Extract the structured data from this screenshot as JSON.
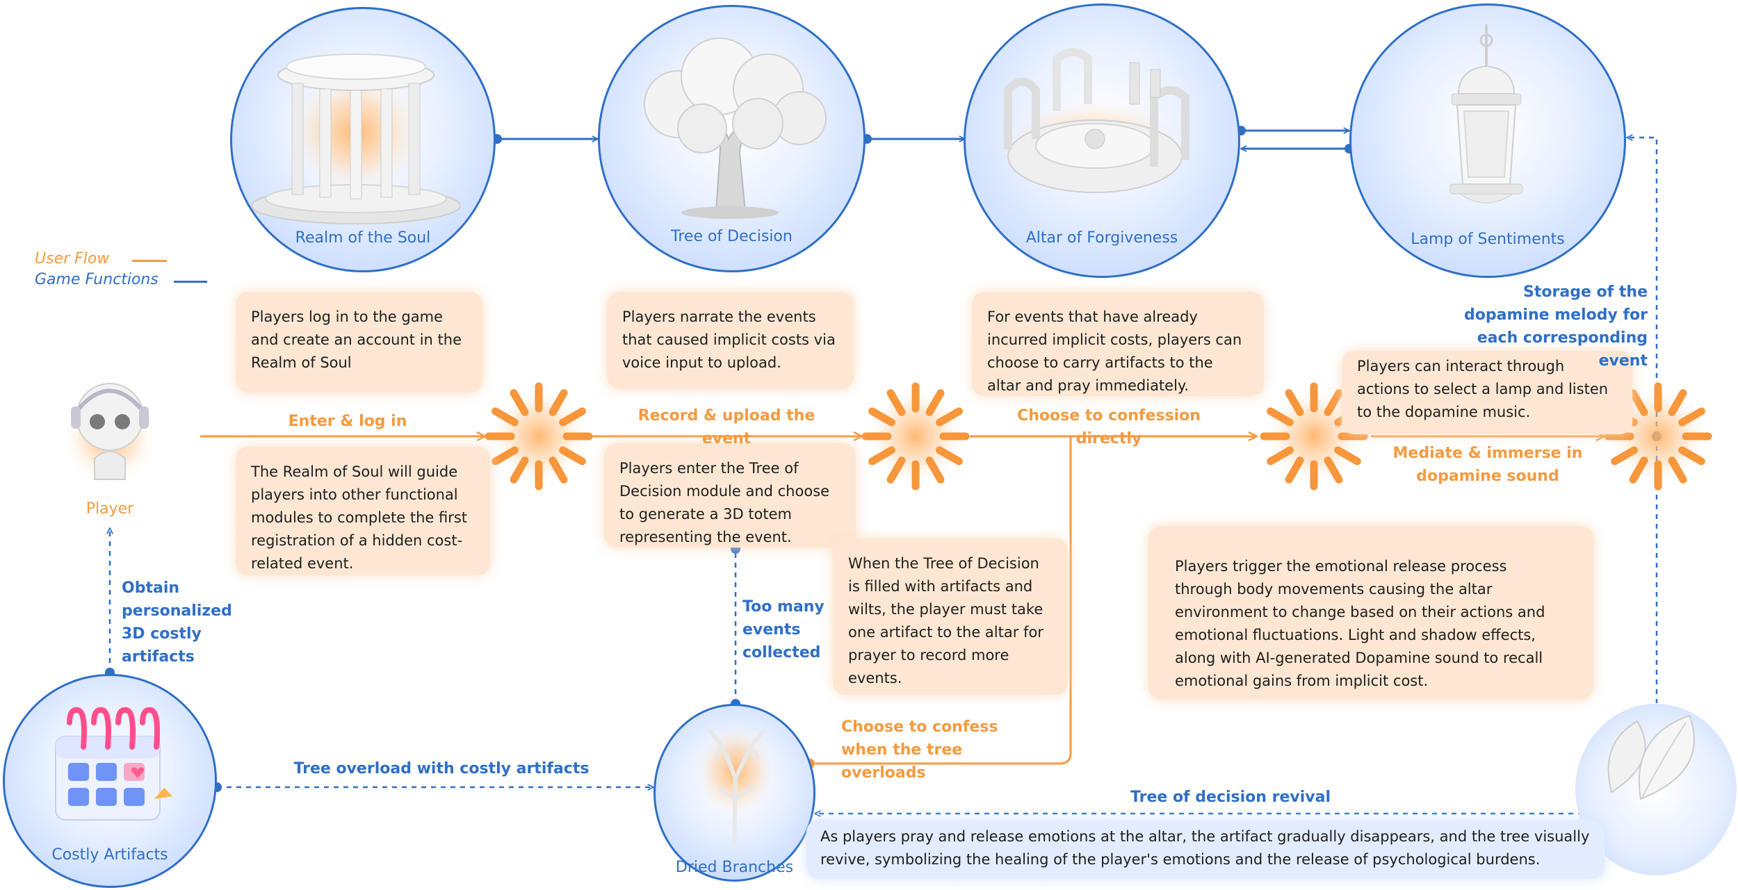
{
  "legend": {
    "user_flow": "User Flow",
    "game_functions": "Game Functions"
  },
  "colors": {
    "user_flow": "#f59a3e",
    "game_functions": "#2f6fc6"
  },
  "nodes": {
    "realm": "Realm of the Soul",
    "tree": "Tree of Decision",
    "altar": "Altar of Forgiveness",
    "lamp": "Lamp of Sentiments",
    "player": "Player",
    "artifacts": "Costly Artifacts",
    "branches": "Dried Branches"
  },
  "flow_labels": {
    "login": "Enter & log in",
    "record": "Record & upload the event",
    "confess_directly": "Choose to confession directly",
    "mediate": "Mediate & immerse in dopamine  sound",
    "confess_overload": "Choose to confess when the tree overloads"
  },
  "function_labels": {
    "storage": "Storage of the dopamine melody for each corresponding event",
    "obtain": "Obtain personalized 3D costly artifacts",
    "too_many": "Too many events collected",
    "overload": "Tree overload with costly artifacts",
    "revival": "Tree of decision revival"
  },
  "notes": {
    "login_top": "Players log in to the game and create an account in the Realm of Soul",
    "login_bottom": "The Realm of Soul will guide players into other functional modules to complete the first registration of a hidden cost-related event.",
    "record_top": "Players narrate the events that caused implicit costs via voice input to upload.",
    "record_bottom": "Players enter the Tree of Decision module and choose to generate a 3D totem representing the event.",
    "altar_top": "For events that have already incurred implicit costs, players can choose to carry artifacts to the altar and pray immediately.",
    "wilts": "When the Tree of Decision is filled with artifacts and wilts, the player must take one artifact to the altar for prayer to record more events.",
    "lamp_interact": "Players can interact through actions to select a lamp and listen to the dopamine music.",
    "release": "Players trigger the emotional release process through body movements causing the altar environment to change based on their actions and emotional fluctuations. Light and shadow effects, along with AI-generated Dopamine sound to recall emotional gains from implicit cost.",
    "revive": "As players pray and release emotions at the altar, the artifact gradually disappears, and the tree visually revive, symbolizing the healing of the player's emotions and the release of psychological burdens."
  }
}
